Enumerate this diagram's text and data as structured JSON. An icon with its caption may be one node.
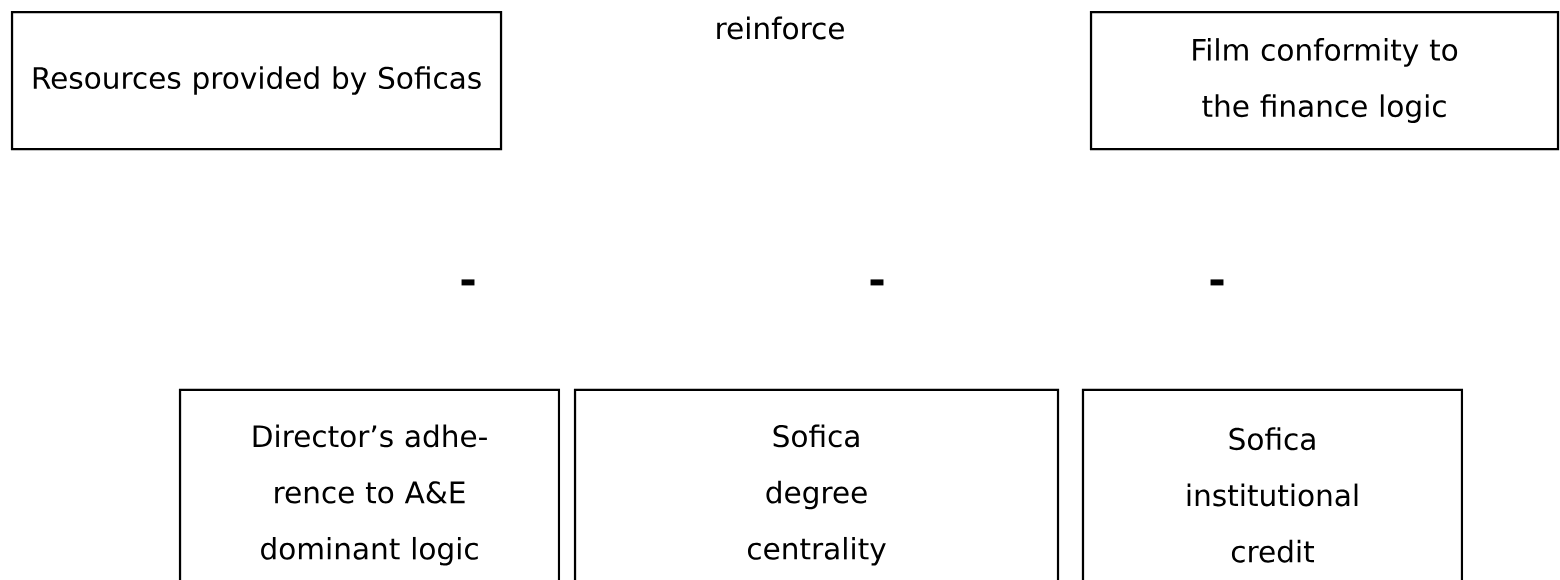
{
  "diagram": {
    "nodes": [
      {
        "text": [
          "Resources provided by Soficas"
        ]
      },
      {
        "text": [
          "Film conformity to the finance logic"
        ]
      },
      {
        "text": [
          "Director’s adhe-rence to A&E dominant logic"
        ]
      },
      {
        "text": [
          "Sofica degree centrality"
        ]
      },
      {
        "text": [
          "Sofica institutional credit"
        ]
      }
    ],
    "labels": [
      "reinforce",
      "-",
      "-",
      "-"
    ]
  }
}
